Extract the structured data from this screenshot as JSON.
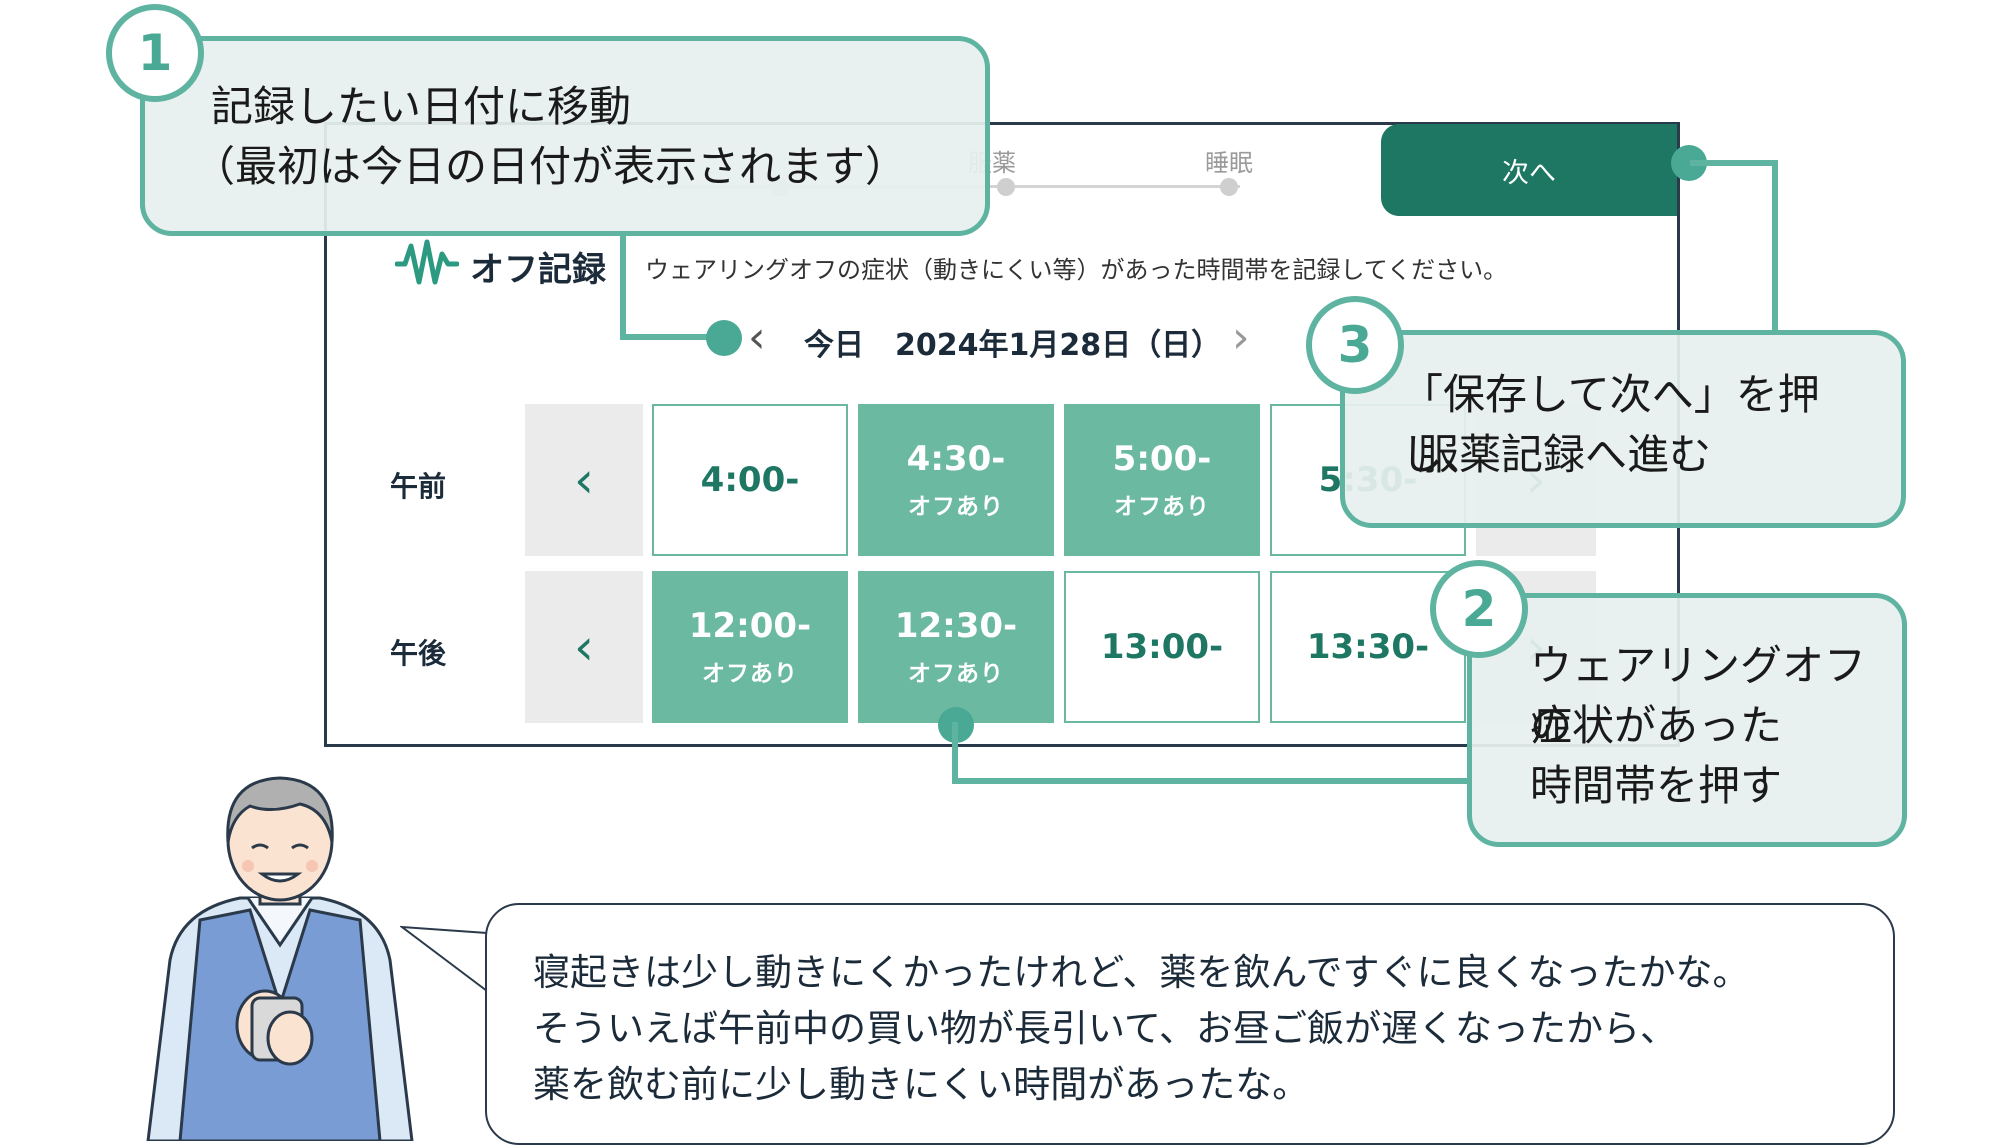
{
  "screen": {
    "steps": [
      "服薬",
      "睡眠"
    ],
    "next_button": "次へ",
    "section_title": "オフ記録",
    "description": "ウェアリングオフの症状（動きにくい等）があった時間帯を記録してください。",
    "date_nav": {
      "today": "今日",
      "date": "2024年1月28日（日）"
    },
    "am": {
      "label": "午前",
      "slots": [
        {
          "time": "4:00-",
          "status": ""
        },
        {
          "time": "4:30-",
          "status": "オフあり"
        },
        {
          "time": "5:00-",
          "status": "オフあり"
        },
        {
          "time": "5:30-",
          "status": ""
        }
      ]
    },
    "pm": {
      "label": "午後",
      "slots": [
        {
          "time": "12:00-",
          "status": "オフあり"
        },
        {
          "time": "12:30-",
          "status": "オフあり"
        },
        {
          "time": "13:00-",
          "status": ""
        },
        {
          "time": "13:30-",
          "status": ""
        }
      ]
    }
  },
  "callouts": {
    "c1": {
      "number": "1",
      "line1": "記録したい日付に移動",
      "line2": "（最初は今日の日付が表示されます）"
    },
    "c2": {
      "number": "2",
      "line1": "ウェアリングオフの",
      "line2": "症状があった",
      "line3": "時間帯を押す"
    },
    "c3": {
      "number": "3",
      "line1": "「保存して次へ」を押し、",
      "line2": "服薬記録へ進む"
    }
  },
  "speech": {
    "line1": "寝起きは少し動きにくかったけれど、薬を飲んですぐに良くなったかな。",
    "line2": "そういえば午前中の買い物が長引いて、お昼ご飯が遅くなったから、",
    "line3": "薬を飲む前に少し動きにくい時間があったな。"
  },
  "colors": {
    "accent": "#1e7763",
    "off_cell": "#6bb9a0",
    "callout_border": "#5eb3a1"
  }
}
